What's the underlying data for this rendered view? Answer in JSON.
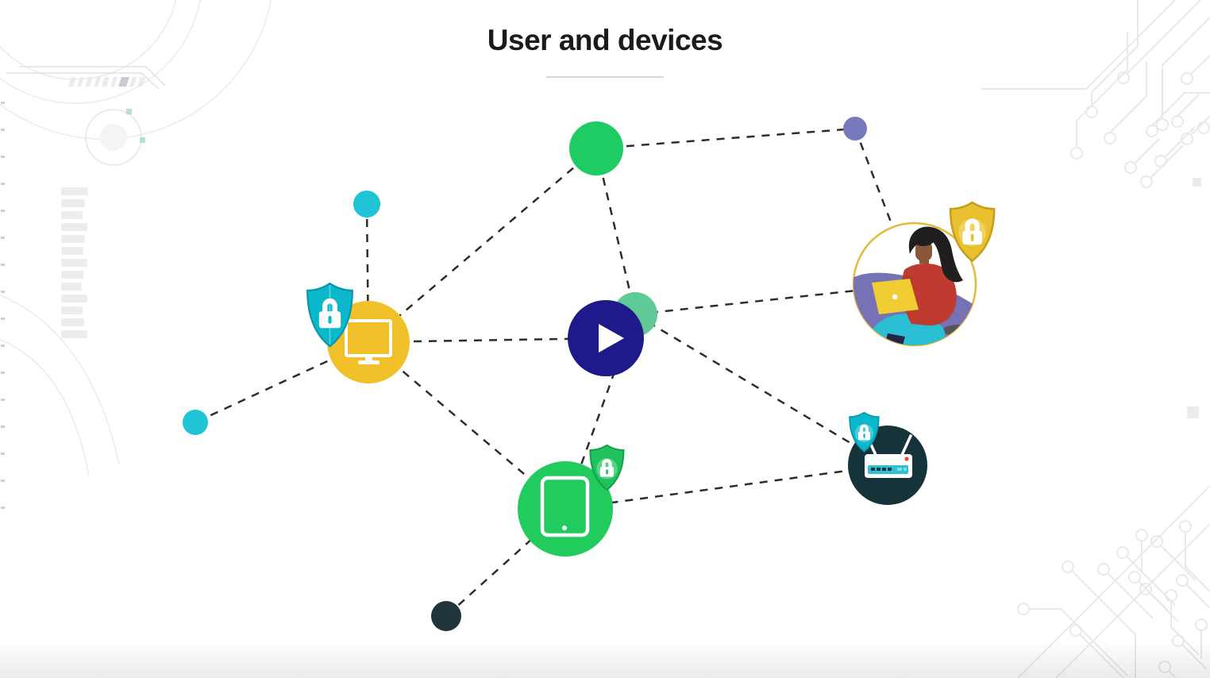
{
  "header": {
    "title": "User and devices"
  },
  "player": {
    "play_button_label": "Play"
  },
  "palette": {
    "background": "#ffffff",
    "title_text": "#1b1b1b",
    "divider": "#d8d8d8",
    "dash": "#2d2d2d",
    "hub_green": "#1fcb63",
    "tablet_green": "#22cb5e",
    "purple": "#7779bd",
    "cyan": "#1fc4d6",
    "yellow": "#f2c029",
    "teal_accent": "#5fc998",
    "play_navy": "#1e1a8c",
    "router_slate": "#17333a",
    "dark_dot": "#20353a",
    "teal_shield": "#0bb7ca",
    "teal_shield_edge": "#0695ad",
    "green_shield": "#1fc25d",
    "green_shield_edge": "#13a04b",
    "green_shield_inner": "#5ad584",
    "gold_shield": "#e9c02f",
    "gold_shield_edge": "#c79e18",
    "gold_shield_inner": "#f0d35e",
    "gold_ring": "#e2bb3c",
    "router_strip": "#2ec1d3",
    "router_led": "#e8502a",
    "decoration_gray": "#e7e9eb",
    "skeleton_bar": "#ededf0"
  },
  "icons": {
    "play": "play-icon",
    "lock": "lock-icon",
    "shield": "shield-icon",
    "monitor": "monitor-icon",
    "tablet": "tablet-icon",
    "router": "router-icon",
    "person": "person-with-laptop-illustration",
    "circuit": "circuit-board-decoration"
  }
}
